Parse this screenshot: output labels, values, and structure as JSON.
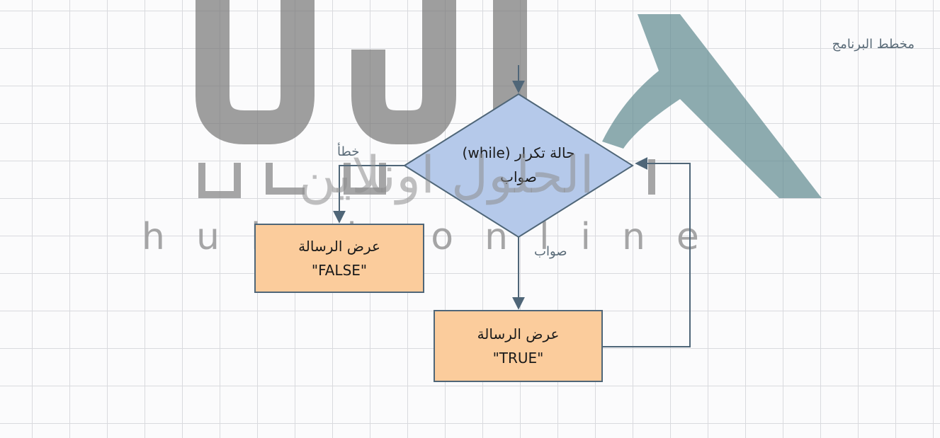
{
  "title": "مخطط البرنامج",
  "diamond": {
    "line1": "حالة تكرار (while)",
    "line2": "صواب"
  },
  "false_label": "خطأ",
  "true_label": "صواب",
  "false_box": {
    "line1": "عرض الرسالة",
    "line2": "\"FALSE\""
  },
  "true_box": {
    "line1": "عرض الرسالة",
    "line2": "\"TRUE\""
  },
  "watermark": {
    "arabic": "الحلول اونلاين",
    "latin": "hulul.online"
  },
  "colors": {
    "diamond_fill": "#b5c9ea",
    "box_fill": "#fbcc9c",
    "stroke": "#4f6678",
    "watermark": "#6e6e6e",
    "watermark_teal": "#5f8a8f"
  }
}
